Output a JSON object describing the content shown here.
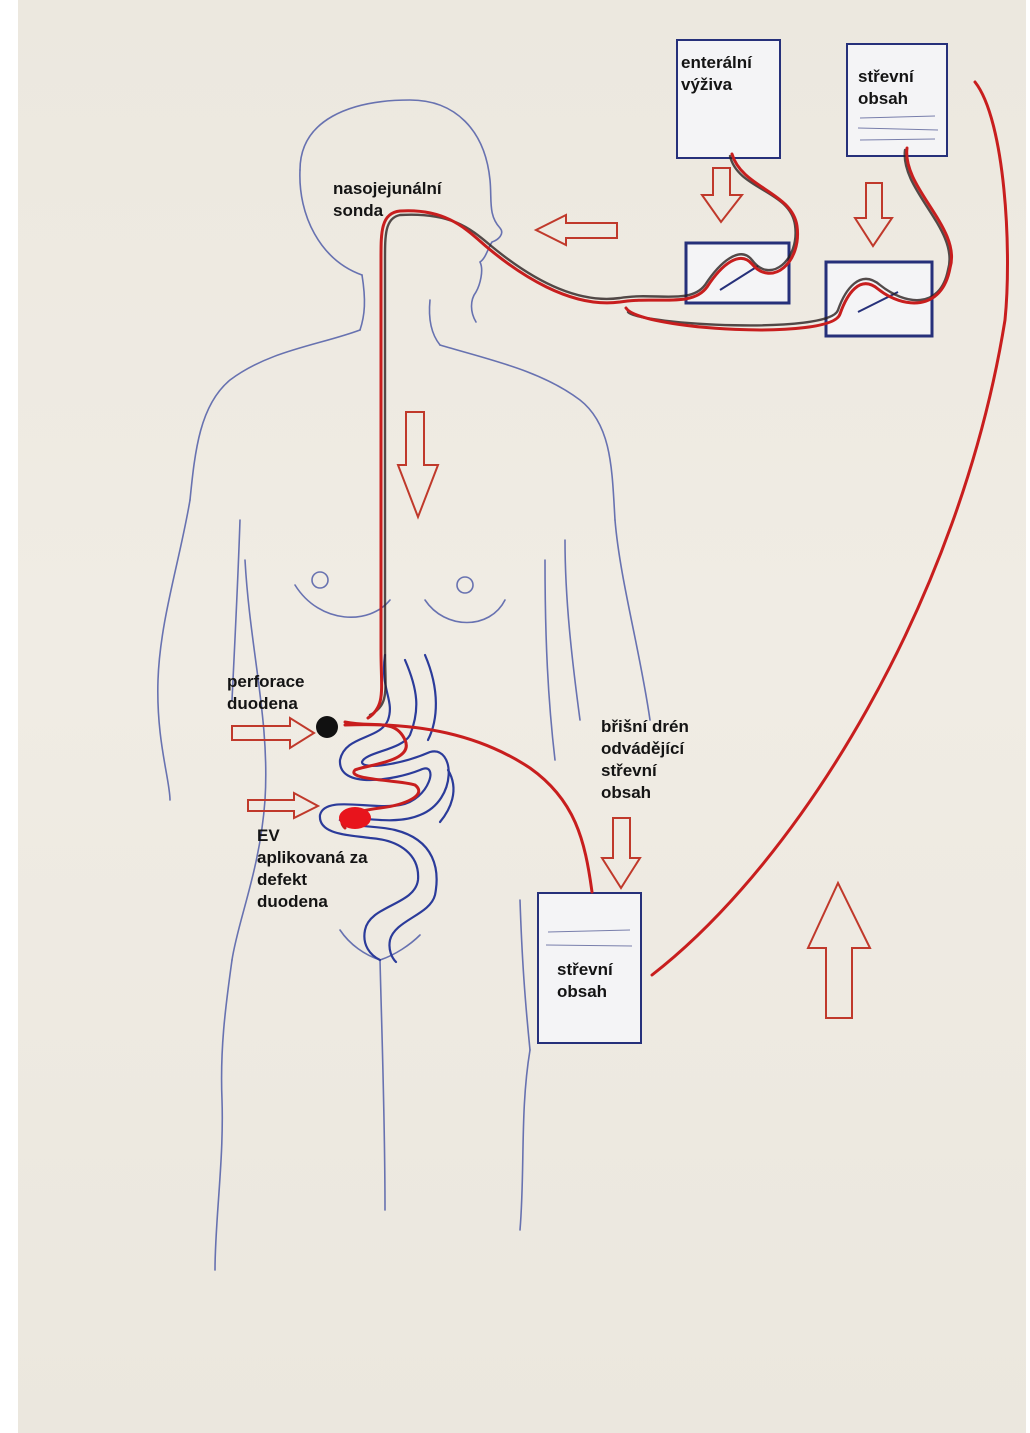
{
  "labels": {
    "enteral_nutrition": "enterální\nvýživa",
    "intestinal_content_top": "střevní\nobsah",
    "nasojejunal_tube": "nasojejunální\nsonda",
    "duodenal_perforation": "perforace\nduodena",
    "abdominal_drain": "břišní drén\nodvádějící\nstřevní\nobsah",
    "ev_applied": "EV\naplikovaná za\ndefekt\nduodena",
    "intestinal_content_bottom": "střevní\nobsah"
  },
  "colors": {
    "paper": "#eeeae2",
    "pen_blue": "#2a3a8c",
    "tube_red": "#c81e1e",
    "arrow_red": "#c0392b",
    "perforation": "#111111",
    "ev_sponge": "#e8141c"
  }
}
